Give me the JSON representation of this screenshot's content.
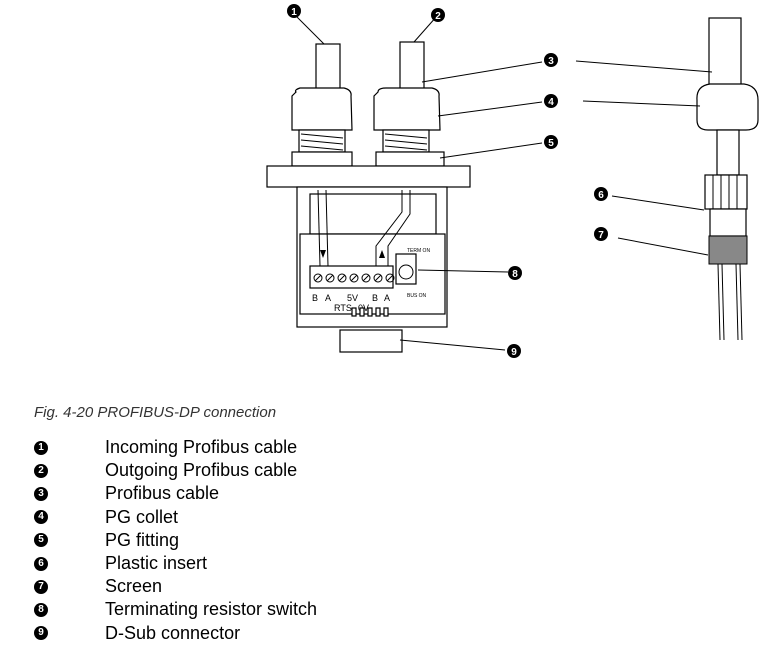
{
  "diagram": {
    "callouts": [
      "1",
      "2",
      "3",
      "4",
      "5",
      "6",
      "7",
      "8",
      "9"
    ],
    "terminal_labels": {
      "b_left": "B",
      "a_left": "A",
      "v5": "5V",
      "b_right": "B",
      "a_right": "A",
      "rts": "RTS",
      "v0": "0V",
      "term_on": "TERM ON",
      "bus_on": "BUS ON"
    }
  },
  "caption": "Fig. 4-20  PROFIBUS-DP connection",
  "legend": [
    {
      "num": "1",
      "text": "Incoming Profibus cable"
    },
    {
      "num": "2",
      "text": "Outgoing Profibus cable"
    },
    {
      "num": "3",
      "text": "Profibus cable"
    },
    {
      "num": "4",
      "text": "PG collet"
    },
    {
      "num": "5",
      "text": "PG fitting"
    },
    {
      "num": "6",
      "text": "Plastic insert"
    },
    {
      "num": "7",
      "text": "Screen"
    },
    {
      "num": "8",
      "text": "Terminating resistor switch"
    },
    {
      "num": "9",
      "text": "D-Sub connector"
    }
  ]
}
